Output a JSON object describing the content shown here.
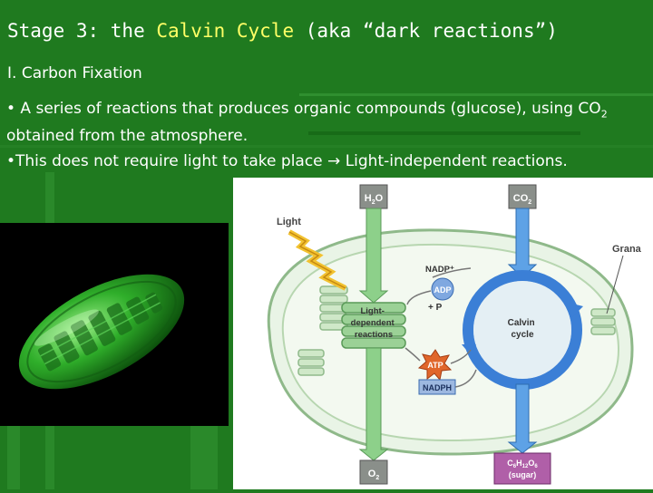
{
  "slide": {
    "title_prefix": "Stage 3:  the ",
    "title_highlight": "Calvin Cycle",
    "title_suffix": " (aka “dark reactions”)",
    "subheading": "I. Carbon Fixation",
    "bullet1_text": "• A series of reactions that produces organic compounds (glucose), using CO",
    "bullet1_sub": "2",
    "bullet1_end": " obtained from the atmosphere.",
    "bullet2_text": "•This does not require light to take place ",
    "bullet2_arrow": "→",
    "bullet2_end": " Light-independent reactions."
  },
  "diagram": {
    "h2o_label_main": "H",
    "h2o_label_sub": "2",
    "h2o_label_end": "O",
    "co2_label_main": "CO",
    "co2_label_sub": "2",
    "light_label": "Light",
    "grana_label": "Grana",
    "nadp_label": "NADP⁺",
    "adp_label": "ADP",
    "plus_p_label": "+ P",
    "light_dep_line1": "Light-",
    "light_dep_line2": "dependent",
    "light_dep_line3": "reactions",
    "calvin_line1": "Calvin",
    "calvin_line2": "cycle",
    "atp_label": "ATP",
    "nadph_label": "NADPH",
    "o2_label_main": "O",
    "o2_label_sub": "2",
    "sugar_formula_c": "C",
    "sugar_formula_c_sub": "6",
    "sugar_formula_h": "H",
    "sugar_formula_h_sub": "12",
    "sugar_formula_o": "O",
    "sugar_formula_o_sub": "6",
    "sugar_label": "(sugar)"
  },
  "colors": {
    "background": "#1f7a1f",
    "title_highlight": "#ffff66",
    "arrow_green": "#7cc47c",
    "arrow_blue": "#3b7fd6",
    "sugar_box": "#b05fa8",
    "atp_star": "#e0662a",
    "nadph_box": "#9db8e0"
  },
  "icons": {
    "chloroplast_image": "chloroplast-3d-icon",
    "lightning": "lightning-bolt-icon"
  }
}
